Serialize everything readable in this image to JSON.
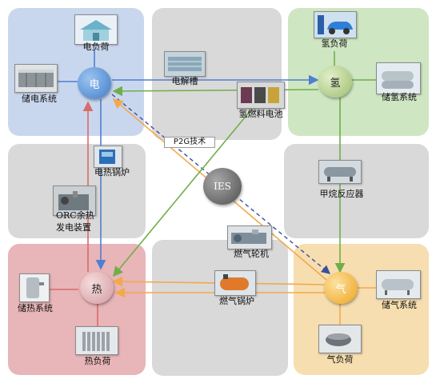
{
  "hubs": {
    "electricity": "电",
    "hydrogen": "氢",
    "heat": "热",
    "gas": "气",
    "ies": "IES"
  },
  "components": {
    "electric_load": "电负荷",
    "electric_storage": "储电系统",
    "electrolyzer": "电解槽",
    "fuel_cell": "氢燃料电池",
    "hydrogen_load": "氢负荷",
    "hydrogen_storage": "储氢系统",
    "electric_boiler": "电热锅炉",
    "p2g": "P2G技术",
    "methanation_line1": "甲烷反应器",
    "orc_line1": "ORC余热",
    "orc_line2": "发电装置",
    "gas_turbine": "燃气轮机",
    "gas_boiler": "燃气锅炉",
    "heat_storage": "储热系统",
    "heat_load": "热负荷",
    "gas_storage": "储气系统",
    "gas_load": "气负荷"
  },
  "colors": {
    "panel_electric": "#c9d7ee",
    "panel_hydrogen": "#cfe6c2",
    "panel_heat": "#e8b5b8",
    "panel_gas": "#f6deb0",
    "panel_gray": "#d8d8d8",
    "arrow_blue": "#4f7fcf",
    "arrow_green": "#6fae4a",
    "arrow_red": "#d9696a",
    "arrow_orange": "#f2a94a",
    "arrow_dash": "#3c4f9a"
  }
}
